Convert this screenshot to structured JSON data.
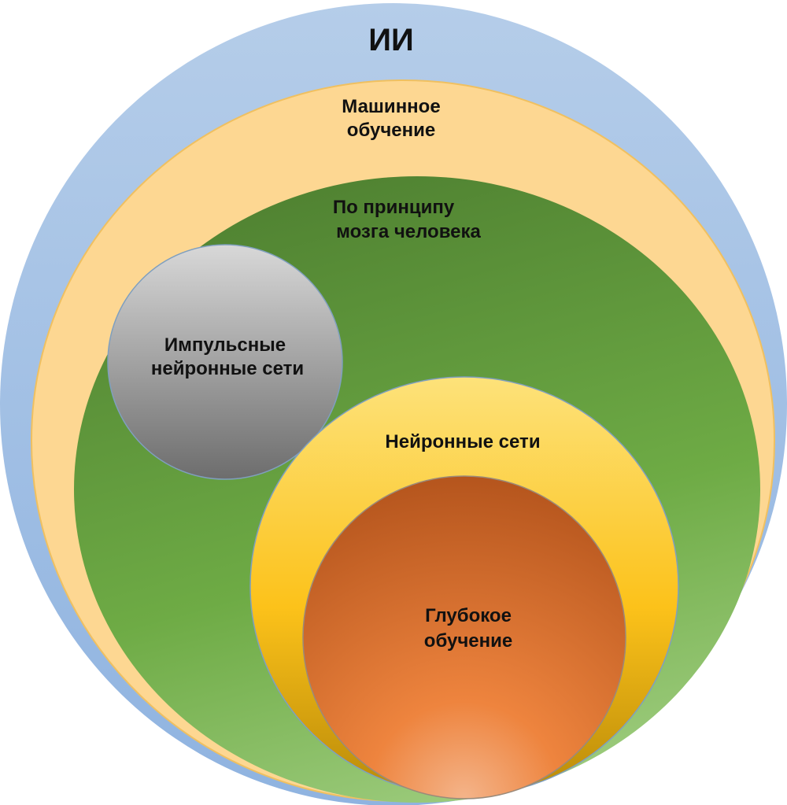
{
  "diagram": {
    "ai": {
      "label": "ИИ"
    },
    "machine_learning": {
      "line1": "Машинное",
      "line2": "обучение"
    },
    "brain_inspired": {
      "line1": "По принципу",
      "line2": "мозга человека"
    },
    "spiking_nn": {
      "line1": "Импульсные",
      "line2": "нейронные сети"
    },
    "neural_networks": {
      "label": "Нейронные сети"
    },
    "deep_learning": {
      "line1": "Глубокое",
      "line2": "обучение"
    }
  },
  "colors": {
    "ai": "#a7c4e6",
    "machine_learning": "#fdd792",
    "brain_inspired": "#5f9a3c",
    "spiking_nn": "#9a9a9a",
    "neural_networks": "#fcc52f",
    "deep_learning": "#d9722f"
  }
}
